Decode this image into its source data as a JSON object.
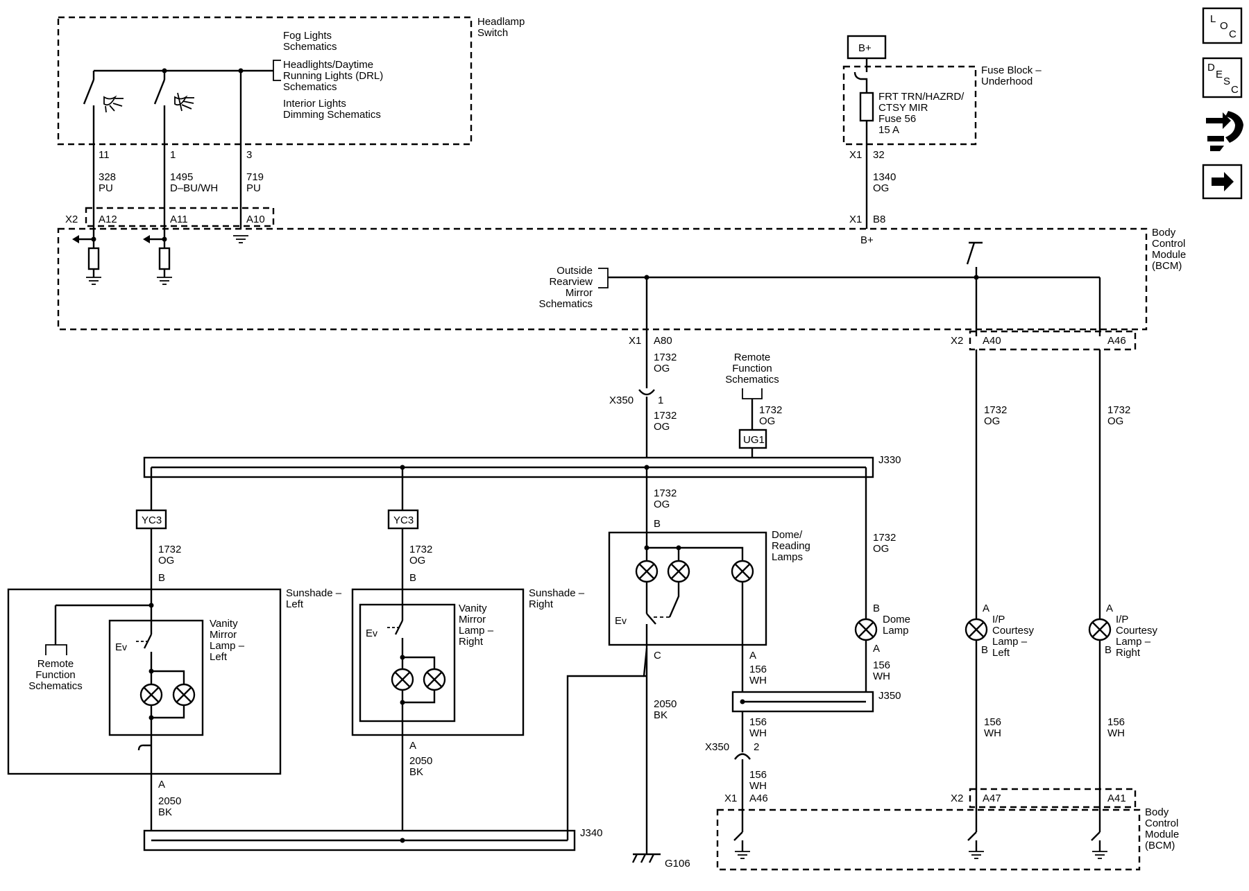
{
  "headlamp_switch": {
    "label": [
      "Headlamp",
      "Switch"
    ],
    "fog_schematics": [
      "Fog Lights",
      "Schematics"
    ],
    "drl_schematics": [
      "Headlights/Daytime",
      "Running Lights (DRL)",
      "Schematics"
    ],
    "interior_dimming": [
      "Interior Lights",
      "Dimming Schematics"
    ],
    "pins": [
      "11",
      "1",
      "3"
    ],
    "circuits": [
      {
        "number": "328",
        "color": "PU"
      },
      {
        "number": "1495",
        "color": "D–BU/WH"
      },
      {
        "number": "719",
        "color": "PU"
      }
    ]
  },
  "connector_x2_top": {
    "name": "X2",
    "pins": [
      "A12",
      "A11",
      "A10"
    ]
  },
  "battery": {
    "label": "B+"
  },
  "fuse_block": {
    "label": [
      "Fuse Block –",
      "Underhood"
    ],
    "fuse": [
      "FRT TRN/HAZRD/",
      "CTSY MIR",
      "Fuse 56",
      "15 A"
    ],
    "connector": "X1",
    "pin": "32",
    "circuit": {
      "number": "1340",
      "color": "OG"
    }
  },
  "bcm_top": {
    "label": [
      "Body",
      "Control",
      "Module",
      "(BCM)"
    ],
    "input_connector": "X1",
    "input_pin": "B8",
    "input_label": "B+",
    "outside_mirror": [
      "Outside",
      "Rearview",
      "Mirror",
      "Schematics"
    ],
    "x1_connector": "X1",
    "x1_pin": "A80",
    "x2_connector": "X2",
    "x2_pins": [
      "A40",
      "A46"
    ]
  },
  "circuit_1732": {
    "number": "1732",
    "color": "OG"
  },
  "circuit_156": {
    "number": "156",
    "color": "WH"
  },
  "circuit_2050": {
    "number": "2050",
    "color": "BK"
  },
  "x350": {
    "name": "X350",
    "pin1": "1",
    "pin2": "2"
  },
  "remote_function_top": [
    "Remote",
    "Function",
    "Schematics"
  ],
  "splices": {
    "ug1": "UG1",
    "j330": "J330",
    "yc3": "YC3",
    "j340": "J340",
    "j350": "J350"
  },
  "sunshade_left": {
    "label": [
      "Sunshade –",
      "Left"
    ],
    "lamp": [
      "Vanity",
      "Mirror",
      "Lamp –",
      "Left"
    ],
    "remote": [
      "Remote",
      "Function",
      "Schematics"
    ],
    "pin_top": "B",
    "pin_bottom": "A"
  },
  "sunshade_right": {
    "label": [
      "Sunshade –",
      "Right"
    ],
    "lamp": [
      "Vanity",
      "Mirror",
      "Lamp –",
      "Right"
    ],
    "pin_top": "B",
    "pin_bottom": "A"
  },
  "dome_reading": {
    "label": [
      "Dome/",
      "Reading",
      "Lamps"
    ],
    "pin_b": "B",
    "pin_a": "A",
    "pin_c": "C"
  },
  "dome_lamp": {
    "label": [
      "Dome",
      "Lamp"
    ],
    "pin_top": "B",
    "pin_bottom": "A"
  },
  "courtesy_left": {
    "label": [
      "I/P",
      "Courtesy",
      "Lamp –",
      "Left"
    ],
    "pin_top": "A",
    "pin_bottom": "B"
  },
  "courtesy_right": {
    "label": [
      "I/P",
      "Courtesy",
      "Lamp –",
      "Right"
    ],
    "pin_top": "A",
    "pin_bottom": "B"
  },
  "ground": {
    "label": "G106"
  },
  "bcm_bottom": {
    "label": [
      "Body",
      "Control",
      "Module",
      "(BCM)"
    ],
    "x1_connector": "X1",
    "x1_pin": "A46",
    "x2_connector": "X2",
    "x2_pins": [
      "A47",
      "A41"
    ]
  },
  "nav": {
    "loc": [
      "L",
      "O",
      "C"
    ],
    "desc": [
      "D",
      "E",
      "S",
      "C"
    ],
    "connector_icon": "connector-icon",
    "next_icon": "arrow-right-icon"
  }
}
